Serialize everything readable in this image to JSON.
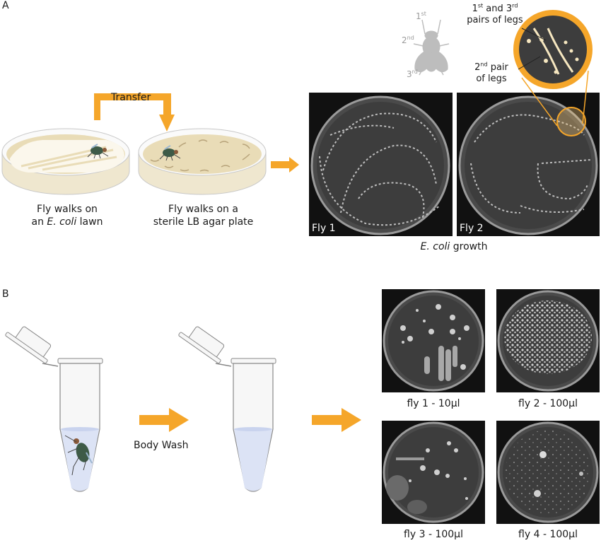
{
  "panel_a": {
    "label": "A",
    "transfer_label": "Transfer",
    "step1_caption_line1": "Fly walks on",
    "step1_caption_line2_prefix": "an ",
    "step1_caption_line2_italic": "E. coli",
    "step1_caption_line2_suffix": " lawn",
    "step2_caption_line1": "Fly walks on a",
    "step2_caption_line2": "sterile LB agar plate",
    "fly_diagram": {
      "leg_labels": [
        {
          "num": "1",
          "sup": "st"
        },
        {
          "num": "2",
          "sup": "nd"
        },
        {
          "num": "3",
          "sup": "rd"
        }
      ]
    },
    "callout_top": {
      "line1_a": "1",
      "line1_a_sup": "st",
      "line1_b": " and 3",
      "line1_b_sup": "rd",
      "line2": "pairs of legs"
    },
    "callout_bottom": {
      "line1": "2",
      "line1_sup": "nd",
      "line1_rest": " pair",
      "line2": "of legs"
    },
    "photos": [
      {
        "label": "Fly 1"
      },
      {
        "label": "Fly 2"
      }
    ],
    "growth_caption_italic": "E. coli",
    "growth_caption_rest": " growth"
  },
  "panel_b": {
    "label": "B",
    "wash_label": "Body Wash",
    "plates": [
      {
        "label": "fly 1 - 10µl"
      },
      {
        "label": "fly 2 - 100µl"
      },
      {
        "label": "fly 3 - 100µl"
      },
      {
        "label": "fly 4 - 100µl"
      }
    ]
  },
  "colors": {
    "arrow_orange": "#F5A62A",
    "agar_tan": "#E9DCB7",
    "lawn_white": "#FBF7EC",
    "photo_bg": "#111111",
    "liquid_blue": "#DCE3F5",
    "fly_green": "#3E5B47",
    "fly_silhouette_gray": "#BDBDBD"
  }
}
